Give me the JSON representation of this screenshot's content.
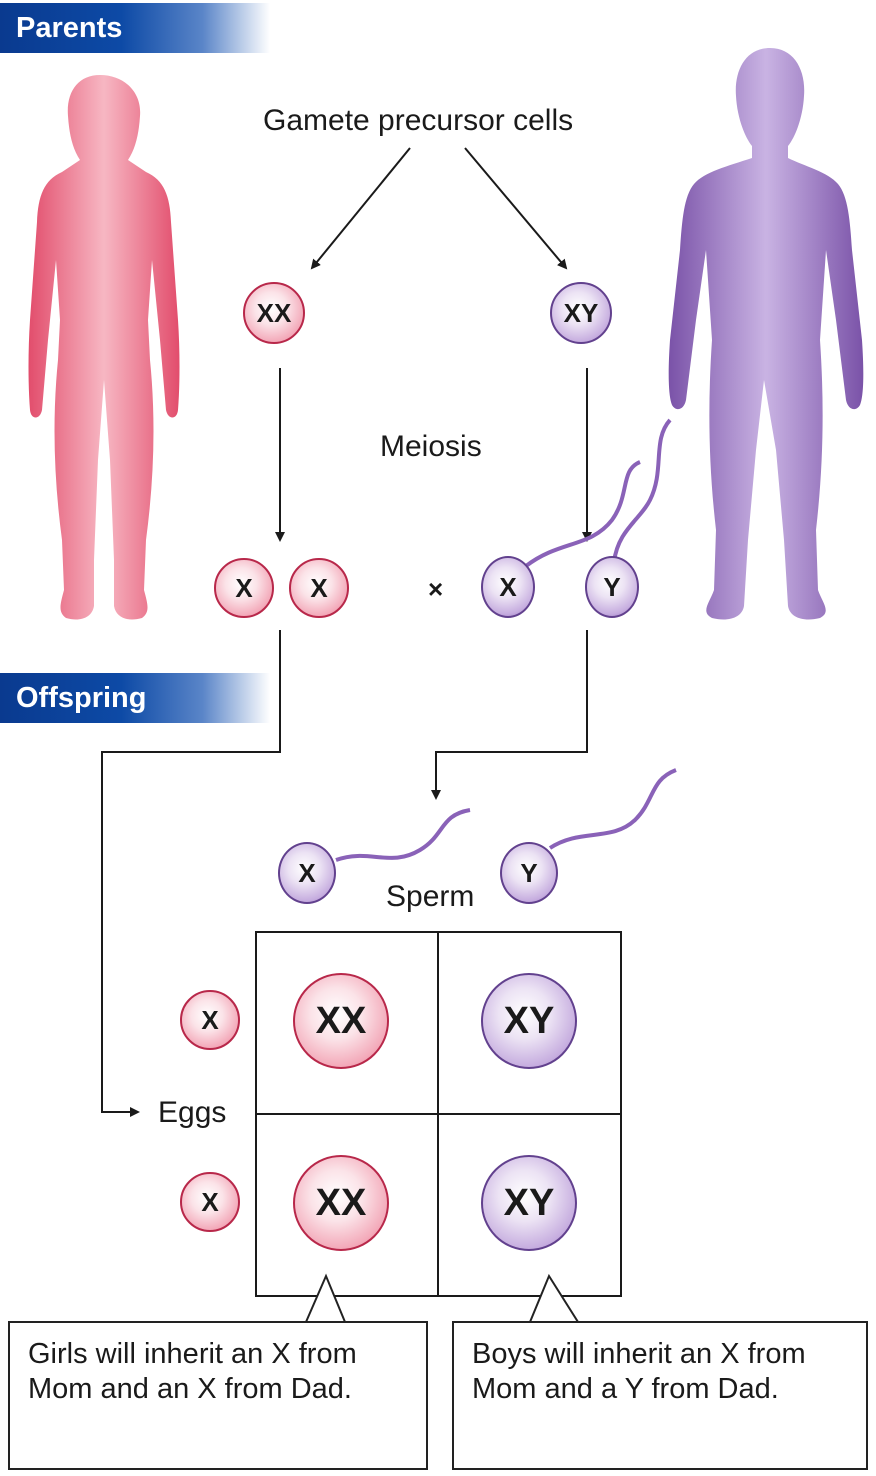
{
  "banners": {
    "parents": "Parents",
    "offspring": "Offspring"
  },
  "labels": {
    "gamete_precursor": "Gamete precursor cells",
    "meiosis": "Meiosis",
    "sperm": "Sperm",
    "eggs": "Eggs",
    "cross": "×"
  },
  "precursor_cells": {
    "female": "XX",
    "male": "XY"
  },
  "gametes": {
    "egg_1": "X",
    "egg_2": "X",
    "sperm_x": "X",
    "sperm_y": "Y"
  },
  "offspring_sperm": {
    "sperm_x": "X",
    "sperm_y": "Y"
  },
  "punnett": {
    "egg_rows": [
      "X",
      "X"
    ],
    "cells": [
      [
        "XX",
        "XY"
      ],
      [
        "XX",
        "XY"
      ]
    ]
  },
  "callouts": {
    "girls": "Girls will inherit an X from Mom and an X from Dad.",
    "boys": "Boys will inherit an X from Mom and a Y from Dad."
  },
  "colors": {
    "female": "#e8667f",
    "male": "#8f6bb8",
    "banner": "#0d4aa6"
  }
}
